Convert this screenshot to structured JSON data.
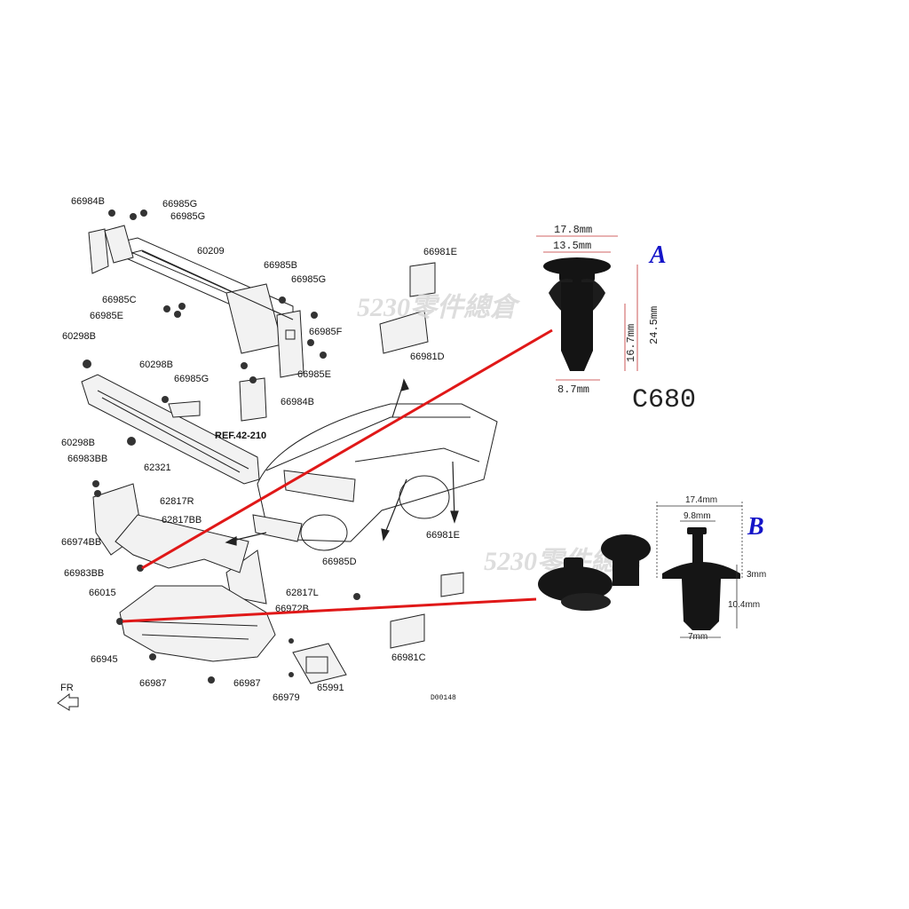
{
  "diagram": {
    "part_labels": {
      "p66984B_top": "66984B",
      "p66985G_1": "66985G",
      "p66985G_2": "66985G",
      "p60209": "60209",
      "p66985B": "66985B",
      "p66985G_3": "66985G",
      "p66985C": "66985C",
      "p66985E_1": "66985E",
      "p66985F": "66985F",
      "p60298B_1": "60298B",
      "p60298B_2": "60298B",
      "p66985G_4": "66985G",
      "p66985E_2": "66985E",
      "p66984B_2": "66984B",
      "pREF": "REF.42-210",
      "p60298B_3": "60298B",
      "p66983BB_1": "66983BB",
      "p62321": "62321",
      "p62817R": "62817R",
      "p62817BB": "62817BB",
      "p66974BB": "66974BB",
      "p66983BB_2": "66983BB",
      "p66015": "66015",
      "p62817L": "62817L",
      "p66972B": "66972B",
      "p66945": "66945",
      "p66987_1": "66987",
      "p66987_2": "66987",
      "p66979": "66979",
      "p65991": "65991",
      "p66985D": "66985D",
      "p66981E_1": "66981E",
      "p66981D": "66981D",
      "p66981E_2": "66981E",
      "p66981C": "66981C",
      "pFR": "FR",
      "pCode": "D00148"
    }
  },
  "watermark": {
    "text1": "5230零件總倉",
    "text2": "5230零件總倉"
  },
  "clip_a": {
    "tag": "A",
    "model": "C680",
    "dim_head": "17.8mm",
    "dim_flange": "13.5mm",
    "dim_shank_len": "16.7mm",
    "dim_total_len": "24.5mm",
    "dim_shank_dia": "8.7mm"
  },
  "clip_b": {
    "tag": "B",
    "dim_head": "17.4mm",
    "dim_pin": "9.8mm",
    "dim_head_h": "3mm",
    "dim_shank_len": "10.4mm",
    "dim_shank_dia": "7mm"
  },
  "colors": {
    "pointer_line": "#e01818",
    "tag": "#1414c8",
    "watermark": "#d8d8d8"
  }
}
